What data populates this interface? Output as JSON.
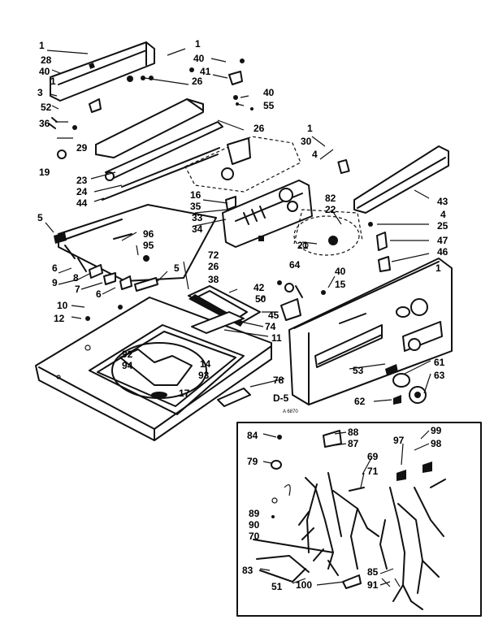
{
  "diagram": {
    "callouts": [
      {
        "id": "1a",
        "text": "1"
      },
      {
        "id": "28",
        "text": "28"
      },
      {
        "id": "40a",
        "text": "40"
      },
      {
        "id": "3",
        "text": "3"
      },
      {
        "id": "1b",
        "text": "1"
      },
      {
        "id": "52",
        "text": "52"
      },
      {
        "id": "36",
        "text": "36"
      },
      {
        "id": "29",
        "text": "29"
      },
      {
        "id": "19",
        "text": "19"
      },
      {
        "id": "1c",
        "text": "1"
      },
      {
        "id": "40b",
        "text": "40"
      },
      {
        "id": "41",
        "text": "41"
      },
      {
        "id": "26a",
        "text": "26"
      },
      {
        "id": "40c",
        "text": "40"
      },
      {
        "id": "55",
        "text": "55"
      },
      {
        "id": "26b",
        "text": "26"
      },
      {
        "id": "1d",
        "text": "1"
      },
      {
        "id": "30",
        "text": "30"
      },
      {
        "id": "4a",
        "text": "4"
      },
      {
        "id": "23",
        "text": "23"
      },
      {
        "id": "24",
        "text": "24"
      },
      {
        "id": "44",
        "text": "44"
      },
      {
        "id": "16",
        "text": "16"
      },
      {
        "id": "35",
        "text": "35"
      },
      {
        "id": "33",
        "text": "33"
      },
      {
        "id": "34",
        "text": "34"
      },
      {
        "id": "82",
        "text": "82"
      },
      {
        "id": "22",
        "text": "22"
      },
      {
        "id": "21",
        "text": "21"
      },
      {
        "id": "43",
        "text": "43"
      },
      {
        "id": "4b",
        "text": "4"
      },
      {
        "id": "25",
        "text": "25"
      },
      {
        "id": "47",
        "text": "47"
      },
      {
        "id": "46",
        "text": "46"
      },
      {
        "id": "5a",
        "text": "5"
      },
      {
        "id": "96",
        "text": "96"
      },
      {
        "id": "95",
        "text": "95"
      },
      {
        "id": "6a",
        "text": "6"
      },
      {
        "id": "9",
        "text": "9"
      },
      {
        "id": "8",
        "text": "8"
      },
      {
        "id": "7",
        "text": "7"
      },
      {
        "id": "6b",
        "text": "6"
      },
      {
        "id": "5b",
        "text": "5"
      },
      {
        "id": "72",
        "text": "72"
      },
      {
        "id": "26c",
        "text": "26"
      },
      {
        "id": "38",
        "text": "38"
      },
      {
        "id": "64",
        "text": "64"
      },
      {
        "id": "40d",
        "text": "40"
      },
      {
        "id": "15",
        "text": "15"
      },
      {
        "id": "42",
        "text": "42"
      },
      {
        "id": "50",
        "text": "50"
      },
      {
        "id": "10",
        "text": "10"
      },
      {
        "id": "12",
        "text": "12"
      },
      {
        "id": "45",
        "text": "45"
      },
      {
        "id": "74",
        "text": "74"
      },
      {
        "id": "11",
        "text": "11"
      },
      {
        "id": "1e",
        "text": "1"
      },
      {
        "id": "92",
        "text": "92"
      },
      {
        "id": "94",
        "text": "94"
      },
      {
        "id": "14",
        "text": "14"
      },
      {
        "id": "93",
        "text": "93"
      },
      {
        "id": "17",
        "text": "17"
      },
      {
        "id": "53",
        "text": "53"
      },
      {
        "id": "61",
        "text": "61"
      },
      {
        "id": "63",
        "text": "63"
      },
      {
        "id": "78",
        "text": "78"
      },
      {
        "id": "62",
        "text": "62"
      },
      {
        "id": "d5",
        "text": "D-5"
      },
      {
        "id": "84",
        "text": "84"
      },
      {
        "id": "88",
        "text": "88"
      },
      {
        "id": "87",
        "text": "87"
      },
      {
        "id": "99",
        "text": "99"
      },
      {
        "id": "98",
        "text": "98"
      },
      {
        "id": "97",
        "text": "97"
      },
      {
        "id": "79",
        "text": "79"
      },
      {
        "id": "69",
        "text": "69"
      },
      {
        "id": "71",
        "text": "71"
      },
      {
        "id": "89",
        "text": "89"
      },
      {
        "id": "90",
        "text": "90"
      },
      {
        "id": "70",
        "text": "70"
      },
      {
        "id": "83",
        "text": "83"
      },
      {
        "id": "85",
        "text": "85"
      },
      {
        "id": "51",
        "text": "51"
      },
      {
        "id": "100",
        "text": "100"
      },
      {
        "id": "91",
        "text": "91"
      }
    ],
    "stamp": "A 6870"
  }
}
